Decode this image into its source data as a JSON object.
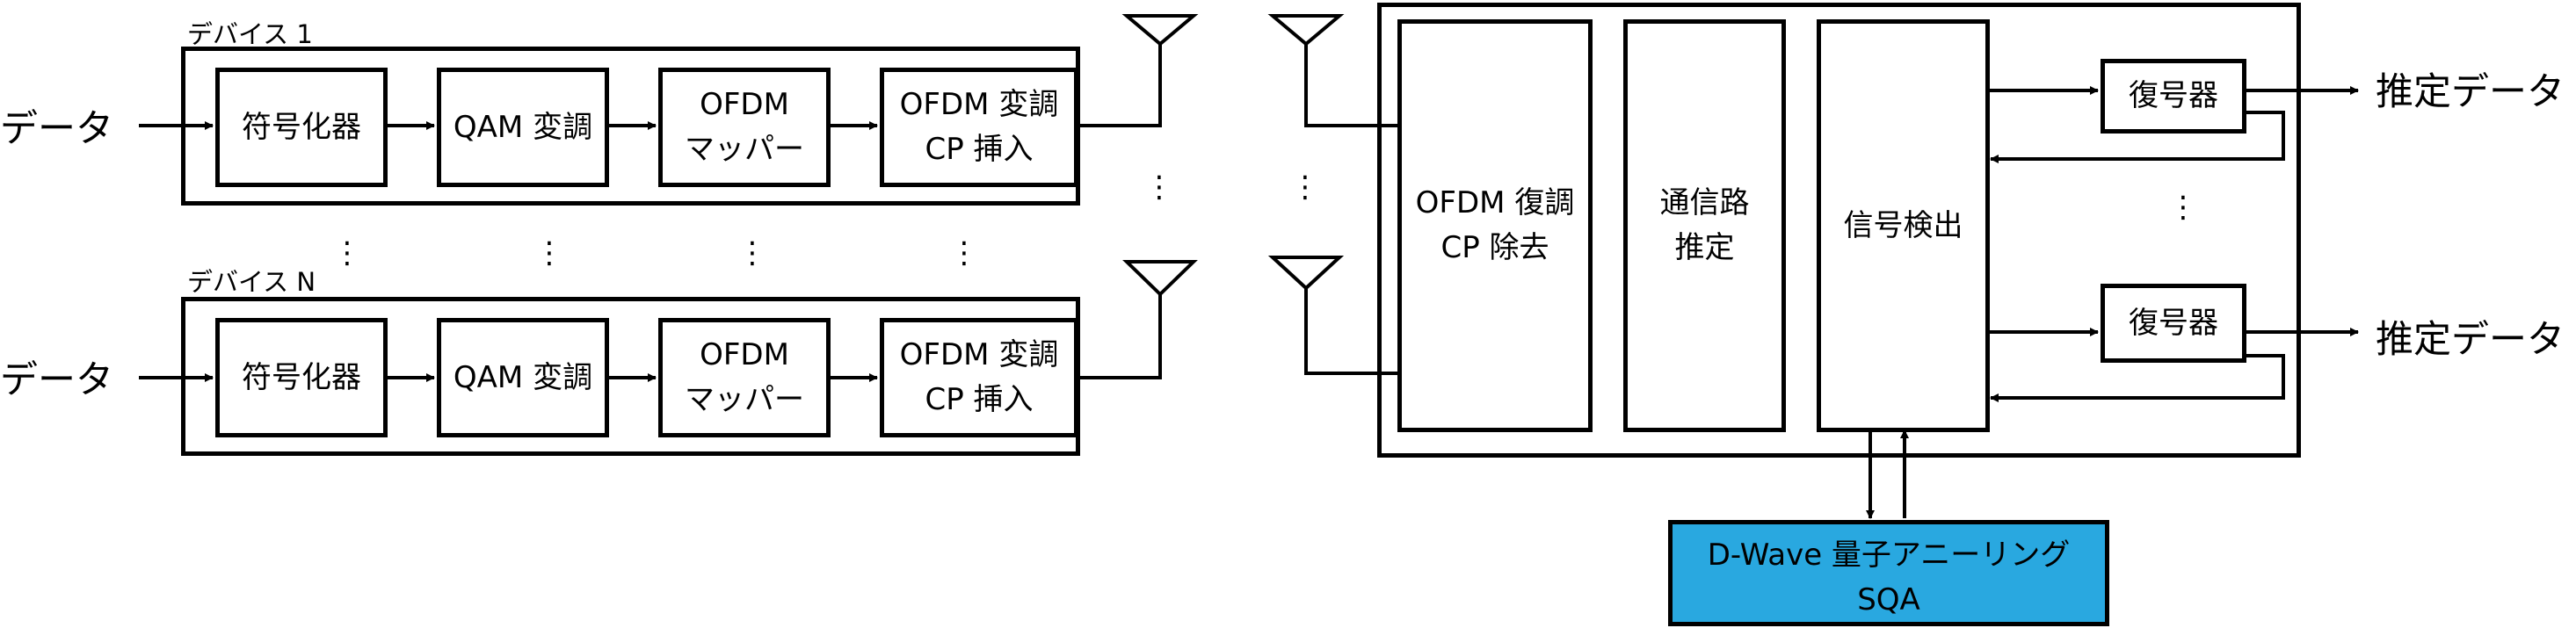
{
  "devices": [
    {
      "label": "デバイス 1",
      "input": "データ",
      "blocks": [
        "符号化器",
        "QAM 変調",
        "OFDM\nマッパー",
        "OFDM 変調\nCP 挿入"
      ]
    },
    {
      "label": "デバイス N",
      "input": "データ",
      "blocks": [
        "符号化器",
        "QAM 変調",
        "OFDM\nマッパー",
        "OFDM 変調\nCP 挿入"
      ]
    }
  ],
  "receiver": {
    "demod": [
      "OFDM 復調",
      "CP 除去"
    ],
    "channel_est": [
      "通信路",
      "推定"
    ],
    "detect": "信号検出",
    "decoders": [
      "復号器",
      "復号器"
    ],
    "outputs": [
      "推定データ",
      "推定データ"
    ]
  },
  "annealer": {
    "title": "D-Wave 量子アニーリング",
    "subtitle": "SQA",
    "color": "#29a8e0"
  },
  "ellipsis": "⋮"
}
